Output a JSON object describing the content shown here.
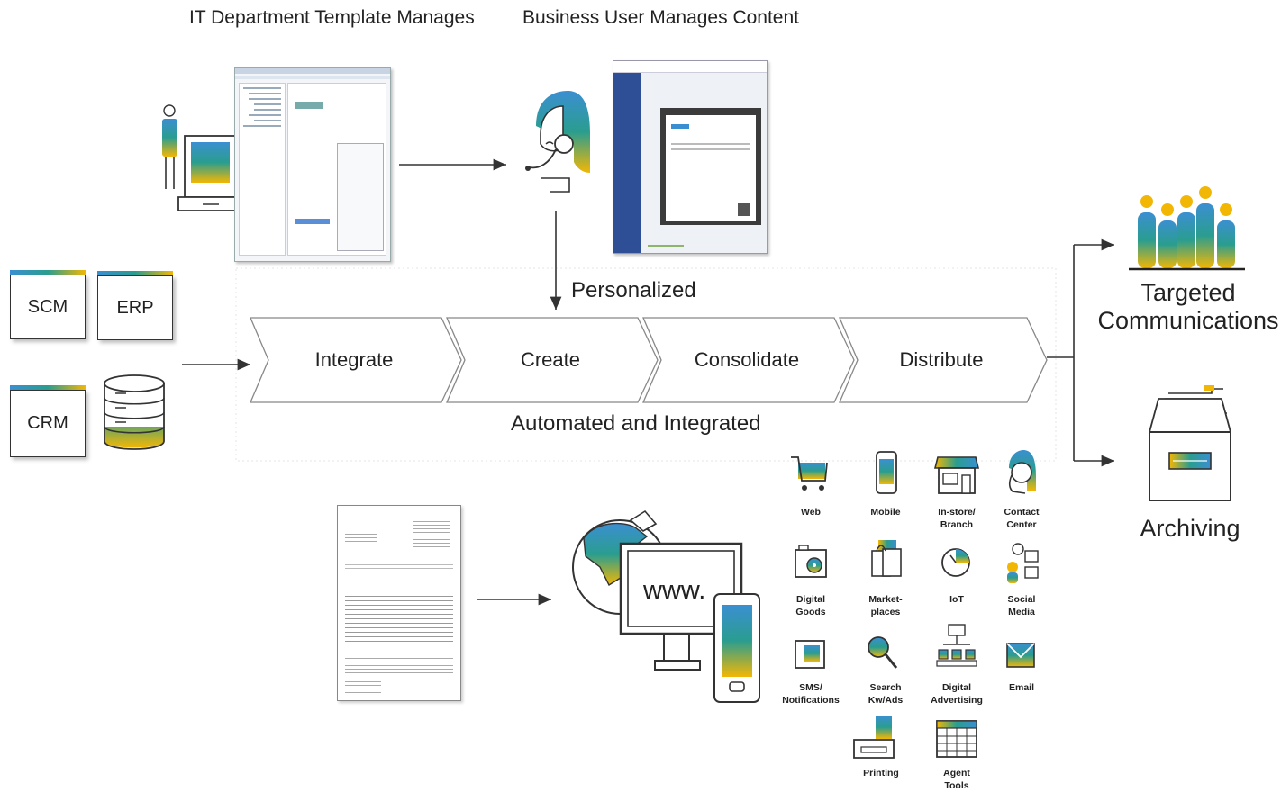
{
  "headers": {
    "it_department": "IT Department Template Manages",
    "business_user": "Business User Manages Content"
  },
  "systems": [
    "SCM",
    "ERP",
    "CRM"
  ],
  "process": {
    "steps": [
      "Integrate",
      "Create",
      "Consolidate",
      "Distribute"
    ],
    "top_label": "Personalized",
    "bottom_label": "Automated and Integrated"
  },
  "outputs": {
    "targeted_line1": "Targeted",
    "targeted_line2": "Communications",
    "archiving": "Archiving"
  },
  "web_label": "www.",
  "channels": [
    {
      "l1": "Web",
      "l2": "",
      "icon": "shopping-cart-icon"
    },
    {
      "l1": "Mobile",
      "l2": "",
      "icon": "mobile-phone-icon"
    },
    {
      "l1": "In-store/",
      "l2": "Branch",
      "icon": "store-icon"
    },
    {
      "l1": "Contact",
      "l2": "Center",
      "icon": "headset-agent-icon"
    },
    {
      "l1": "Digital",
      "l2": "Goods",
      "icon": "digital-goods-icon"
    },
    {
      "l1": "Market-",
      "l2": "places",
      "icon": "marketplace-bag-icon"
    },
    {
      "l1": "IoT",
      "l2": "",
      "icon": "clock-iot-icon"
    },
    {
      "l1": "Social",
      "l2": "Media",
      "icon": "social-media-icon"
    },
    {
      "l1": "SMS/",
      "l2": "Notifications",
      "icon": "sms-notification-icon"
    },
    {
      "l1": "Search",
      "l2": "Kw/Ads",
      "icon": "search-magnifier-icon"
    },
    {
      "l1": "Digital",
      "l2": "Advertising",
      "icon": "network-advertising-icon"
    },
    {
      "l1": "Email",
      "l2": "",
      "icon": "envelope-icon"
    },
    {
      "l1": "Printing",
      "l2": "",
      "icon": "printer-icon"
    },
    {
      "l1": "Agent",
      "l2": "Tools",
      "icon": "spreadsheet-tools-icon"
    }
  ],
  "colors": {
    "blue": "#3b8fd1",
    "teal": "#2a9d8f",
    "gold": "#f2b705",
    "line": "#333333"
  }
}
